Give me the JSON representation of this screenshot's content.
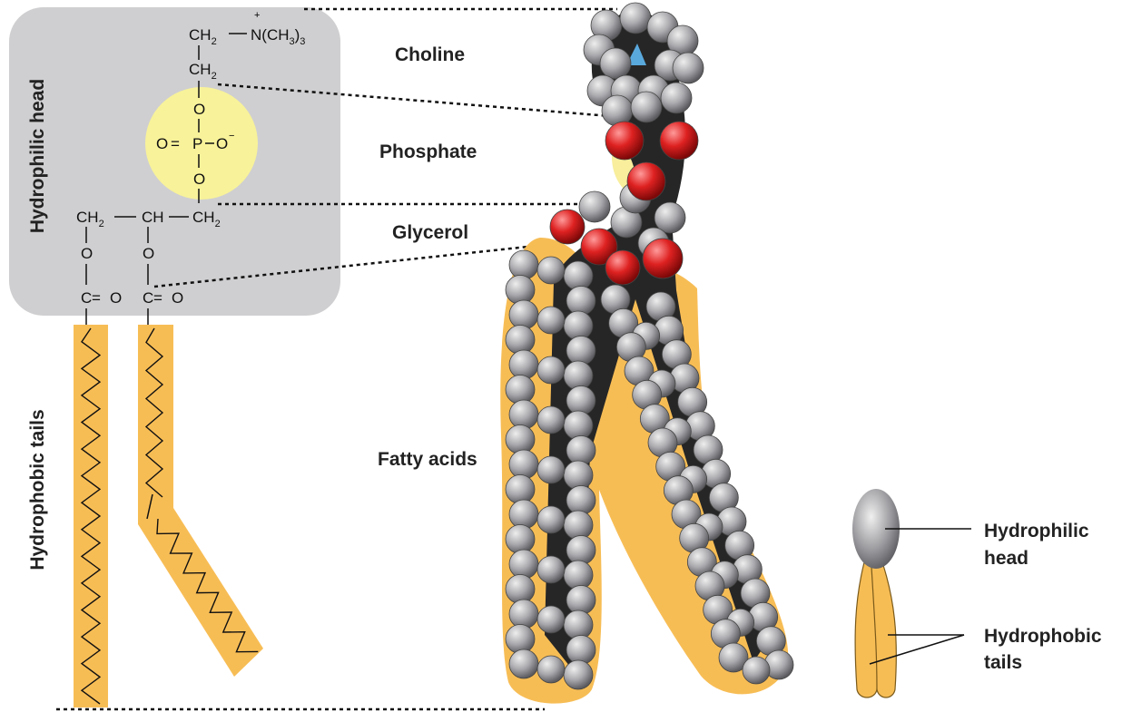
{
  "labels": {
    "choline": "Choline",
    "phosphate": "Phosphate",
    "glycerol": "Glycerol",
    "fatty_acids": "Fatty acids",
    "hydrophilic_head_vertical": "Hydrophilic head",
    "hydrophobic_tails_vertical": "Hydrophobic tails",
    "key_head_line1": "Hydrophilic",
    "key_head_line2": "head",
    "key_tails_line1": "Hydrophobic",
    "key_tails_line2": "tails"
  },
  "formula": {
    "ch": "CH",
    "sub2": "2",
    "sub3": "3",
    "n_group": "N(CH",
    "close_paren": ")",
    "plus": "+",
    "minus": "−",
    "o": "O",
    "p": "P",
    "c": "C",
    "eq": "=",
    "o_eq_p": "O",
    "ch_glycerol": "CH"
  },
  "colors": {
    "head_box": "#cfcfd1",
    "phosphate_circle": "#f8f29a",
    "tail_fill": "#f7bd55",
    "carbon": "#262626",
    "hydrogen": "#a7a7ab",
    "oxygen": "#d42020",
    "nitrogen": "#5aa9dd",
    "phosphorus": "#f8ee9c"
  }
}
